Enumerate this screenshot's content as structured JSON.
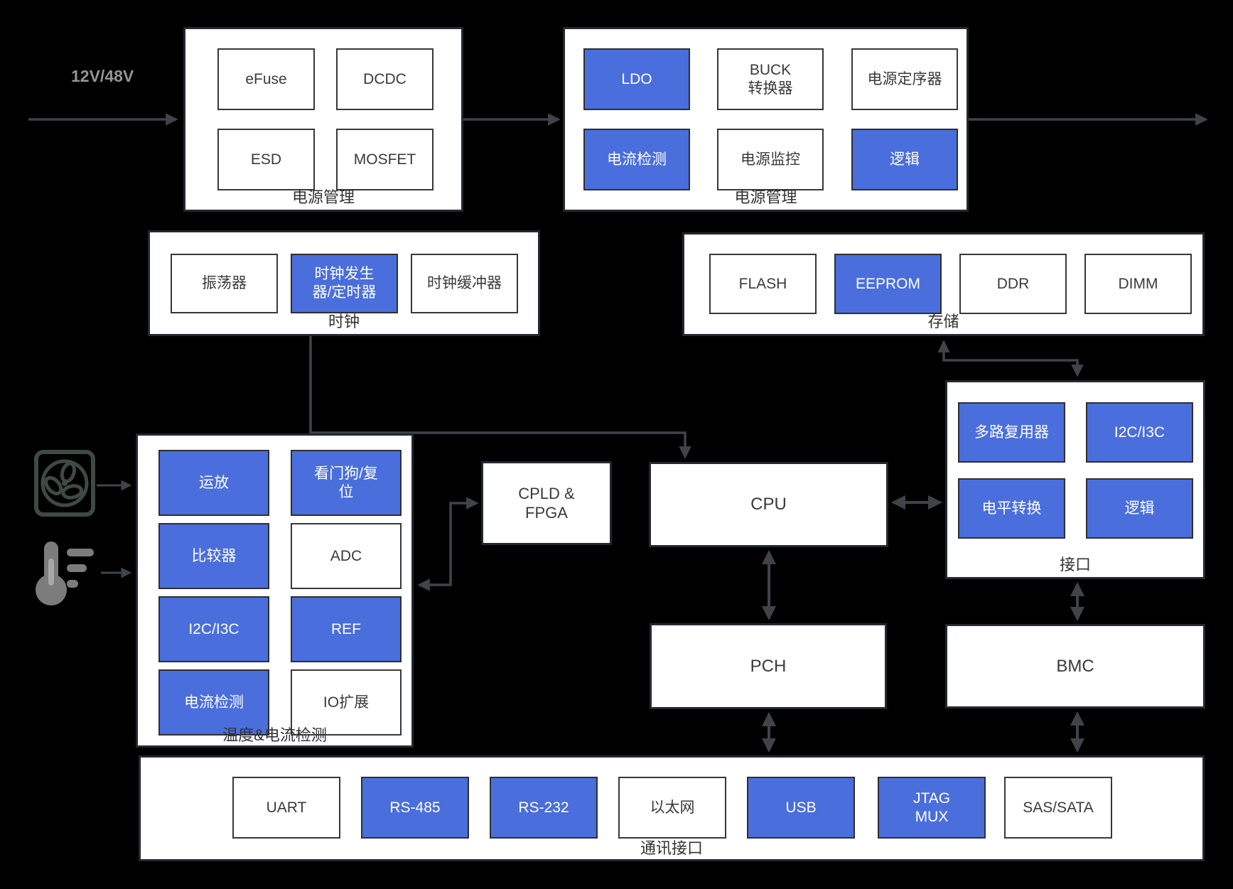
{
  "colors": {
    "background": "#000000",
    "accent": "#4a6edc",
    "arrow": "#3f444a",
    "box_fill": "#ffffff",
    "box_border": "#232930",
    "icon_fan": "#3e4a44",
    "icon_thermometer": "#7c7c7c"
  },
  "input_label": "12V/48V",
  "groups": {
    "power1": {
      "label": "电源管理",
      "cells": [
        {
          "text": "eFuse",
          "highlight": false
        },
        {
          "text": "DCDC",
          "highlight": false
        },
        {
          "text": "ESD",
          "highlight": false
        },
        {
          "text": "MOSFET",
          "highlight": false
        }
      ]
    },
    "power2": {
      "label": "电源管理",
      "cells": [
        {
          "text": "LDO",
          "highlight": true
        },
        {
          "text": "BUCK\n转换器",
          "highlight": false
        },
        {
          "text": "电源定序器",
          "highlight": false
        },
        {
          "text": "电流检测",
          "highlight": true
        },
        {
          "text": "电源监控",
          "highlight": false
        },
        {
          "text": "逻辑",
          "highlight": true
        }
      ]
    },
    "clock": {
      "label": "时钟",
      "cells": [
        {
          "text": "振荡器",
          "highlight": false
        },
        {
          "text": "时钟发生\n器/定时器",
          "highlight": true
        },
        {
          "text": "时钟缓冲器",
          "highlight": false
        }
      ]
    },
    "storage": {
      "label": "存储",
      "cells": [
        {
          "text": "FLASH",
          "highlight": false
        },
        {
          "text": "EEPROM",
          "highlight": true
        },
        {
          "text": "DDR",
          "highlight": false
        },
        {
          "text": "DIMM",
          "highlight": false
        }
      ]
    },
    "interface": {
      "label": "接口",
      "cells": [
        {
          "text": "多路复用器",
          "highlight": true
        },
        {
          "text": "I2C/I3C",
          "highlight": true
        },
        {
          "text": "电平转换",
          "highlight": true
        },
        {
          "text": "逻辑",
          "highlight": true
        }
      ]
    },
    "sense": {
      "label": "温度&电流检测",
      "cells": [
        {
          "text": "运放",
          "highlight": true
        },
        {
          "text": "看门狗/复\n位",
          "highlight": true
        },
        {
          "text": "比较器",
          "highlight": true
        },
        {
          "text": "ADC",
          "highlight": false
        },
        {
          "text": "I2C/I3C",
          "highlight": true
        },
        {
          "text": "REF",
          "highlight": true
        },
        {
          "text": "电流检测",
          "highlight": true
        },
        {
          "text": "IO扩展",
          "highlight": false
        }
      ]
    },
    "comm": {
      "label": "通讯接口",
      "cells": [
        {
          "text": "UART",
          "highlight": false
        },
        {
          "text": "RS-485",
          "highlight": true
        },
        {
          "text": "RS-232",
          "highlight": true
        },
        {
          "text": "以太网",
          "highlight": false
        },
        {
          "text": "USB",
          "highlight": true
        },
        {
          "text": "JTAG\nMUX",
          "highlight": true
        },
        {
          "text": "SAS/SATA",
          "highlight": false
        }
      ]
    }
  },
  "nodes": {
    "cpld": {
      "text": "CPLD &\nFPGA"
    },
    "cpu": {
      "text": "CPU"
    },
    "pch": {
      "text": "PCH"
    },
    "bmc": {
      "text": "BMC"
    }
  }
}
